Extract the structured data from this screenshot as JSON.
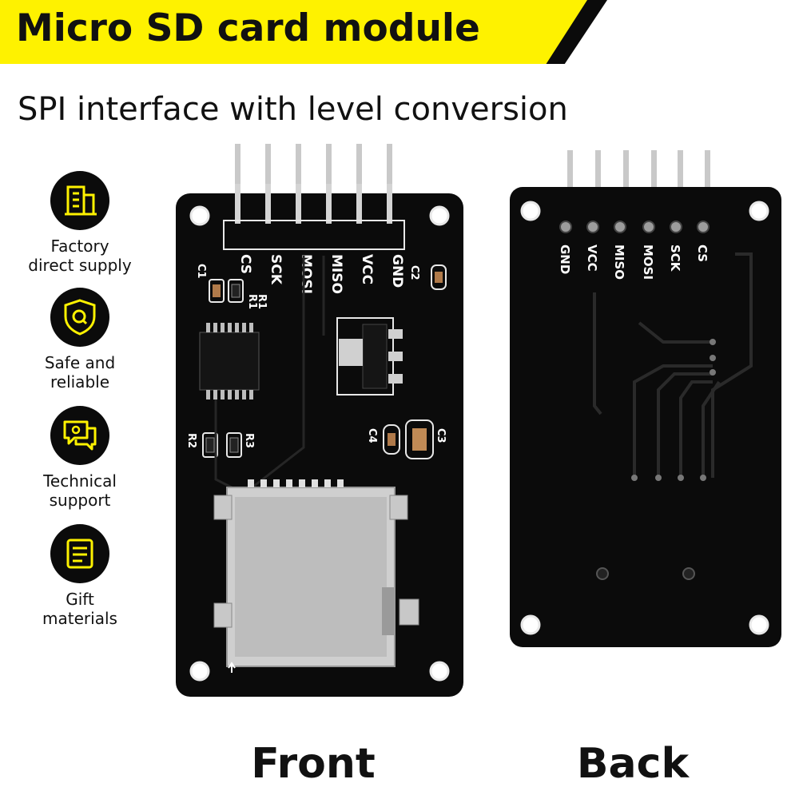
{
  "header": {
    "title": "Micro SD card module",
    "subtitle": "SPI interface with level conversion"
  },
  "colors": {
    "accent": "#fef200",
    "board": "#0b0b0b",
    "pin": "#d9d9d9"
  },
  "features": [
    {
      "label": "Factory\ndirect supply",
      "icon": "factory-building-icon"
    },
    {
      "label": "Safe and\nreliable",
      "icon": "shield-icon"
    },
    {
      "label": "Technical\nsupport",
      "icon": "chat-support-icon"
    },
    {
      "label": "Gift\nmaterials",
      "icon": "document-icon"
    }
  ],
  "front": {
    "caption": "Front",
    "pins": [
      "CS",
      "SCK",
      "MOSI",
      "MISO",
      "VCC",
      "GND"
    ],
    "components": {
      "c1": "C1",
      "c2": "C2",
      "c3": "C3",
      "c4": "C4",
      "r1a": "R1",
      "r1b": "R1",
      "r2": "R2",
      "r3": "R3"
    }
  },
  "back": {
    "caption": "Back",
    "pins": [
      "GND",
      "VCC",
      "MISO",
      "MOSI",
      "SCK",
      "CS"
    ]
  }
}
